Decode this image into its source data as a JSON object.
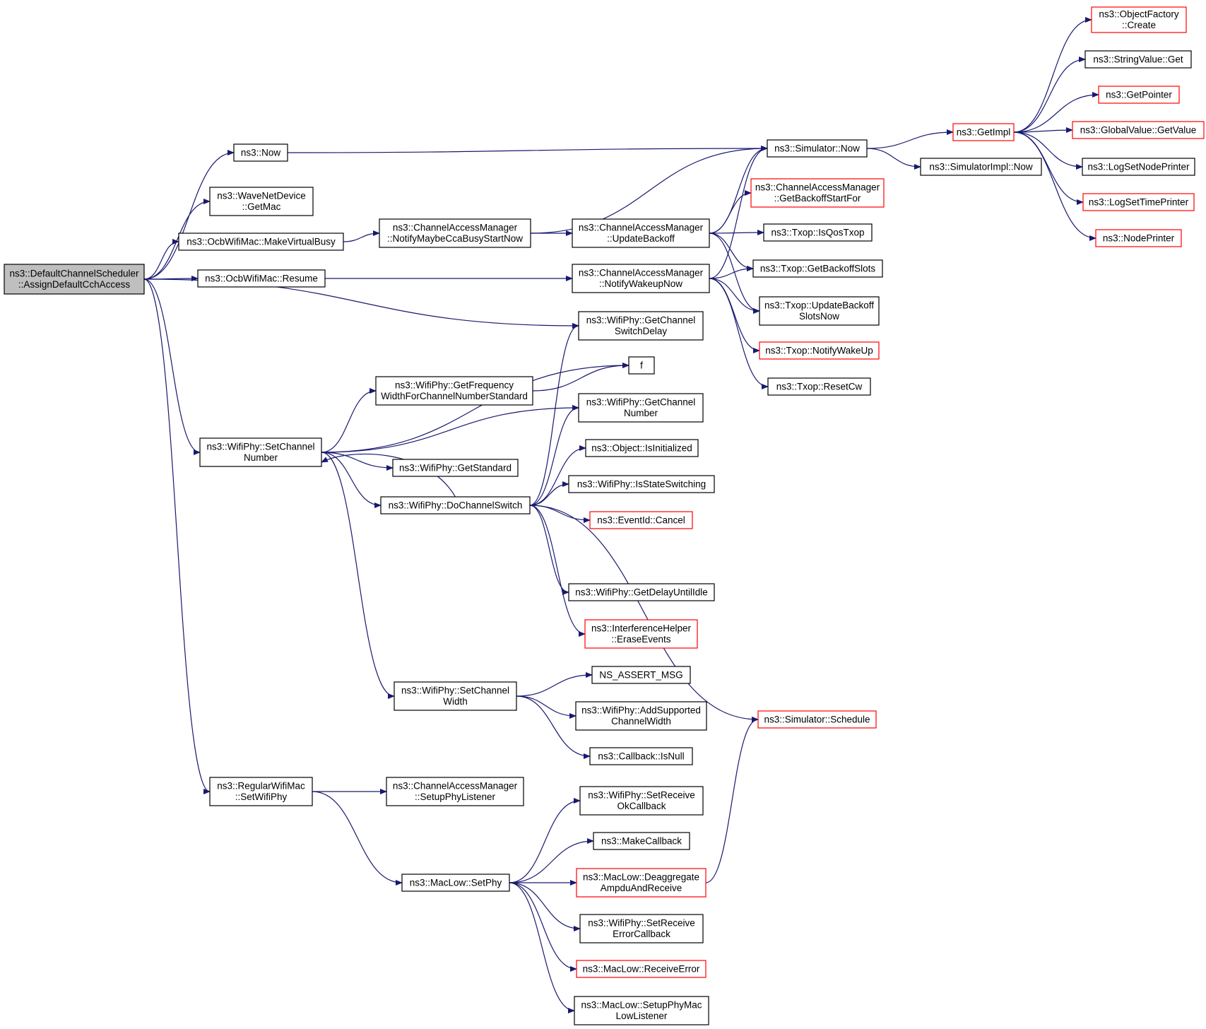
{
  "colors": {
    "edge": "#191970",
    "border_normal": "#000000",
    "border_truncated": "#ff0000",
    "root_fill": "#bfbfbf",
    "node_fill": "#ffffff"
  },
  "nodes": [
    {
      "id": "root",
      "lines": [
        "ns3::DefaultChannelScheduler",
        "::AssignDefaultCchAccess"
      ],
      "style": "root"
    },
    {
      "id": "now",
      "lines": [
        "ns3::Now"
      ],
      "style": "normal"
    },
    {
      "id": "getmac",
      "lines": [
        "ns3::WaveNetDevice",
        "::GetMac"
      ],
      "style": "normal"
    },
    {
      "id": "mvb",
      "lines": [
        "ns3::OcbWifiMac::MakeVirtualBusy"
      ],
      "style": "normal"
    },
    {
      "id": "resume",
      "lines": [
        "ns3::OcbWifiMac::Resume"
      ],
      "style": "normal"
    },
    {
      "id": "setchnum",
      "lines": [
        "ns3::WifiPhy::SetChannel",
        "Number"
      ],
      "style": "normal"
    },
    {
      "id": "setwifiphy",
      "lines": [
        "ns3::RegularWifiMac",
        "::SetWifiPhy"
      ],
      "style": "normal"
    },
    {
      "id": "nmcca",
      "lines": [
        "ns3::ChannelAccessManager",
        "::NotifyMaybeCcaBusyStartNow"
      ],
      "style": "normal"
    },
    {
      "id": "getfreq",
      "lines": [
        "ns3::WifiPhy::GetFrequency",
        "WidthForChannelNumberStandard"
      ],
      "style": "normal"
    },
    {
      "id": "getstd",
      "lines": [
        "ns3::WifiPhy::GetStandard"
      ],
      "style": "normal"
    },
    {
      "id": "dochsw",
      "lines": [
        "ns3::WifiPhy::DoChannelSwitch"
      ],
      "style": "normal"
    },
    {
      "id": "setchw",
      "lines": [
        "ns3::WifiPhy::SetChannel",
        "Width"
      ],
      "style": "normal"
    },
    {
      "id": "setupphyl",
      "lines": [
        "ns3::ChannelAccessManager",
        "::SetupPhyListener"
      ],
      "style": "normal"
    },
    {
      "id": "setphy",
      "lines": [
        "ns3::MacLow::SetPhy"
      ],
      "style": "normal"
    },
    {
      "id": "updbo",
      "lines": [
        "ns3::ChannelAccessManager",
        "::UpdateBackoff"
      ],
      "style": "normal"
    },
    {
      "id": "nwn",
      "lines": [
        "ns3::ChannelAccessManager",
        "::NotifyWakeupNow"
      ],
      "style": "normal"
    },
    {
      "id": "getchsd",
      "lines": [
        "ns3::WifiPhy::GetChannel",
        "SwitchDelay"
      ],
      "style": "normal"
    },
    {
      "id": "f",
      "lines": [
        "f"
      ],
      "style": "normal"
    },
    {
      "id": "getchn",
      "lines": [
        "ns3::WifiPhy::GetChannel",
        "Number"
      ],
      "style": "normal"
    },
    {
      "id": "isinit",
      "lines": [
        "ns3::Object::IsInitialized"
      ],
      "style": "normal"
    },
    {
      "id": "isss",
      "lines": [
        "ns3::WifiPhy::IsStateSwitching"
      ],
      "style": "normal"
    },
    {
      "id": "cancel",
      "lines": [
        "ns3::EventId::Cancel"
      ],
      "style": "truncated"
    },
    {
      "id": "getdui",
      "lines": [
        "ns3::WifiPhy::GetDelayUntilIdle"
      ],
      "style": "normal"
    },
    {
      "id": "erase",
      "lines": [
        "ns3::InterferenceHelper",
        "::EraseEvents"
      ],
      "style": "truncated"
    },
    {
      "id": "nsassert",
      "lines": [
        "NS_ASSERT_MSG"
      ],
      "style": "normal"
    },
    {
      "id": "addsup",
      "lines": [
        "ns3::WifiPhy::AddSupported",
        "ChannelWidth"
      ],
      "style": "normal"
    },
    {
      "id": "isnull",
      "lines": [
        "ns3::Callback::IsNull"
      ],
      "style": "normal"
    },
    {
      "id": "setrok",
      "lines": [
        "ns3::WifiPhy::SetReceive",
        "OkCallback"
      ],
      "style": "normal"
    },
    {
      "id": "makecb",
      "lines": [
        "ns3::MakeCallback"
      ],
      "style": "normal"
    },
    {
      "id": "deagg",
      "lines": [
        "ns3::MacLow::Deaggregate",
        "AmpduAndReceive"
      ],
      "style": "truncated"
    },
    {
      "id": "setrerr",
      "lines": [
        "ns3::WifiPhy::SetReceive",
        "ErrorCallback"
      ],
      "style": "normal"
    },
    {
      "id": "recverr",
      "lines": [
        "ns3::MacLow::ReceiveError"
      ],
      "style": "truncated"
    },
    {
      "id": "setupphymac",
      "lines": [
        "ns3::MacLow::SetupPhyMac",
        "LowListener"
      ],
      "style": "normal"
    },
    {
      "id": "simnow",
      "lines": [
        "ns3::Simulator::Now"
      ],
      "style": "normal"
    },
    {
      "id": "getbsf",
      "lines": [
        "ns3::ChannelAccessManager",
        "::GetBackoffStartFor"
      ],
      "style": "truncated"
    },
    {
      "id": "isqos",
      "lines": [
        "ns3::Txop::IsQosTxop"
      ],
      "style": "normal"
    },
    {
      "id": "getbos",
      "lines": [
        "ns3::Txop::GetBackoffSlots"
      ],
      "style": "normal"
    },
    {
      "id": "updbsn",
      "lines": [
        "ns3::Txop::UpdateBackoff",
        "SlotsNow"
      ],
      "style": "normal"
    },
    {
      "id": "notifywu",
      "lines": [
        "ns3::Txop::NotifyWakeUp"
      ],
      "style": "truncated"
    },
    {
      "id": "resetcw",
      "lines": [
        "ns3::Txop::ResetCw"
      ],
      "style": "normal"
    },
    {
      "id": "schedule",
      "lines": [
        "ns3::Simulator::Schedule"
      ],
      "style": "truncated"
    },
    {
      "id": "getimpl",
      "lines": [
        "ns3::GetImpl"
      ],
      "style": "truncated"
    },
    {
      "id": "simimplnow",
      "lines": [
        "ns3::SimulatorImpl::Now"
      ],
      "style": "normal"
    },
    {
      "id": "ofcreate",
      "lines": [
        "ns3::ObjectFactory",
        "::Create"
      ],
      "style": "truncated"
    },
    {
      "id": "svget",
      "lines": [
        "ns3::StringValue::Get"
      ],
      "style": "normal"
    },
    {
      "id": "getptr",
      "lines": [
        "ns3::GetPointer"
      ],
      "style": "truncated"
    },
    {
      "id": "gvget",
      "lines": [
        "ns3::GlobalValue::GetValue"
      ],
      "style": "truncated"
    },
    {
      "id": "logsnp",
      "lines": [
        "ns3::LogSetNodePrinter"
      ],
      "style": "normal"
    },
    {
      "id": "logstp",
      "lines": [
        "ns3::LogSetTimePrinter"
      ],
      "style": "truncated"
    },
    {
      "id": "nodeprinter",
      "lines": [
        "ns3::NodePrinter"
      ],
      "style": "truncated"
    }
  ],
  "edges": [
    {
      "from": "root",
      "to": "now"
    },
    {
      "from": "root",
      "to": "getmac"
    },
    {
      "from": "root",
      "to": "mvb"
    },
    {
      "from": "root",
      "to": "resume"
    },
    {
      "from": "root",
      "to": "getchsd"
    },
    {
      "from": "root",
      "to": "setchnum"
    },
    {
      "from": "root",
      "to": "setwifiphy"
    },
    {
      "from": "now",
      "to": "simnow"
    },
    {
      "from": "mvb",
      "to": "nmcca"
    },
    {
      "from": "resume",
      "to": "nwn"
    },
    {
      "from": "nmcca",
      "to": "simnow"
    },
    {
      "from": "nmcca",
      "to": "updbo"
    },
    {
      "from": "updbo",
      "to": "simnow"
    },
    {
      "from": "updbo",
      "to": "getbsf"
    },
    {
      "from": "updbo",
      "to": "isqos"
    },
    {
      "from": "updbo",
      "to": "getbos"
    },
    {
      "from": "updbo",
      "to": "updbsn"
    },
    {
      "from": "nwn",
      "to": "simnow"
    },
    {
      "from": "nwn",
      "to": "getbos"
    },
    {
      "from": "nwn",
      "to": "updbsn"
    },
    {
      "from": "nwn",
      "to": "notifywu"
    },
    {
      "from": "nwn",
      "to": "resetcw"
    },
    {
      "from": "simnow",
      "to": "getimpl"
    },
    {
      "from": "simnow",
      "to": "simimplnow"
    },
    {
      "from": "getimpl",
      "to": "ofcreate"
    },
    {
      "from": "getimpl",
      "to": "svget"
    },
    {
      "from": "getimpl",
      "to": "getptr"
    },
    {
      "from": "getimpl",
      "to": "gvget"
    },
    {
      "from": "getimpl",
      "to": "logsnp"
    },
    {
      "from": "getimpl",
      "to": "logstp"
    },
    {
      "from": "getimpl",
      "to": "nodeprinter"
    },
    {
      "from": "setchnum",
      "to": "f"
    },
    {
      "from": "setchnum",
      "to": "getfreq"
    },
    {
      "from": "setchnum",
      "to": "getchn"
    },
    {
      "from": "setchnum",
      "to": "getstd"
    },
    {
      "from": "setchnum",
      "to": "dochsw"
    },
    {
      "from": "setchnum",
      "to": "setchw"
    },
    {
      "from": "getfreq",
      "to": "f"
    },
    {
      "from": "dochsw",
      "to": "setchnum"
    },
    {
      "from": "dochsw",
      "to": "getchsd"
    },
    {
      "from": "dochsw",
      "to": "getchn"
    },
    {
      "from": "dochsw",
      "to": "isinit"
    },
    {
      "from": "dochsw",
      "to": "isss"
    },
    {
      "from": "dochsw",
      "to": "cancel"
    },
    {
      "from": "dochsw",
      "to": "getdui"
    },
    {
      "from": "dochsw",
      "to": "erase"
    },
    {
      "from": "dochsw",
      "to": "schedule"
    },
    {
      "from": "setchw",
      "to": "nsassert"
    },
    {
      "from": "setchw",
      "to": "addsup"
    },
    {
      "from": "setchw",
      "to": "isnull"
    },
    {
      "from": "setwifiphy",
      "to": "setupphyl"
    },
    {
      "from": "setwifiphy",
      "to": "setphy"
    },
    {
      "from": "setphy",
      "to": "setrok"
    },
    {
      "from": "setphy",
      "to": "makecb"
    },
    {
      "from": "setphy",
      "to": "deagg"
    },
    {
      "from": "setphy",
      "to": "setrerr"
    },
    {
      "from": "setphy",
      "to": "recverr"
    },
    {
      "from": "setphy",
      "to": "setupphymac"
    },
    {
      "from": "deagg",
      "to": "schedule"
    }
  ]
}
